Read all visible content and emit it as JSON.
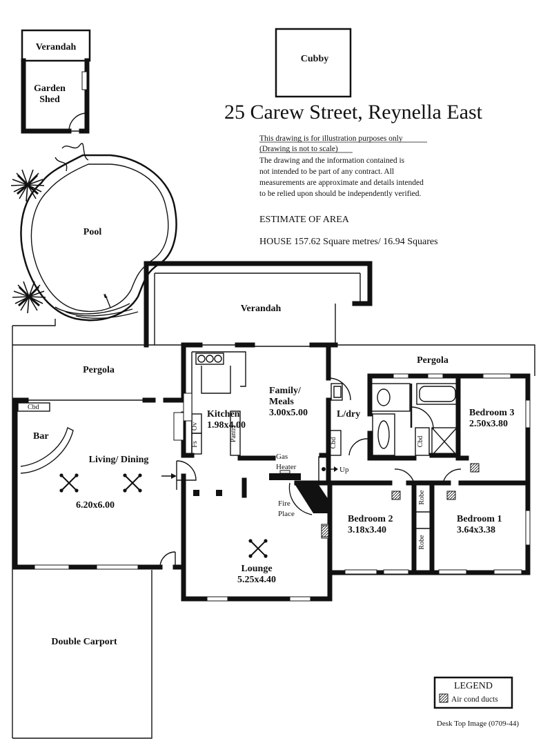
{
  "title": "25 Carew Street,  Reynella East",
  "disclaimer": {
    "line1": "This drawing is for illustration purposes only",
    "line2": "(Drawing is not to scale)",
    "line3": "The drawing and the information contained is",
    "line4": "not intended to be part of any contract.  All",
    "line5": "measurements are approximate and details intended",
    "line6": "to be relied upon should be independently verified."
  },
  "estimate": {
    "heading": "ESTIMATE OF AREA",
    "house": "HOUSE  157.62 Square metres/ 16.94 Squares"
  },
  "rooms": {
    "verandah_shed": "Verandah",
    "garden_shed_1": "Garden",
    "garden_shed_2": "Shed",
    "cubby": "Cubby",
    "pool": "Pool",
    "verandah": "Verandah",
    "pergola_left": "Pergola",
    "pergola_right": "Pergola",
    "kitchen_name": "Kitchen",
    "kitchen_size": "1.98x4.00",
    "family_name_1": "Family/",
    "family_name_2": "Meals",
    "family_size": "3.00x5.00",
    "ldry": "L/dry",
    "bedroom3_name": "Bedroom 3",
    "bedroom3_size": "2.50x3.80",
    "bar": "Bar",
    "living_name": "Living/ Dining",
    "living_size": "6.20x6.00",
    "gas_heater_1": "Gas",
    "gas_heater_2": "Heater",
    "up": "Up",
    "fireplace_1": "Fire",
    "fireplace_2": "Place",
    "bedroom2_name": "Bedroom 2",
    "bedroom2_size": "3.18x3.40",
    "bedroom1_name": "Bedroom 1",
    "bedroom1_size": "3.64x3.38",
    "lounge_name": "Lounge",
    "lounge_size": "5.25x4.40",
    "carport": "Double Carport"
  },
  "fixtures": {
    "cbd_living": "Cbd",
    "ov": "Ov",
    "fs": "Fs",
    "pantry": "Pantry",
    "cbd_ldry": "Cbd",
    "cbd_bath": "Cbd",
    "robe_1": "Robe",
    "robe_2": "Robe"
  },
  "legend": {
    "title": "LEGEND",
    "item": "Air cond ducts"
  },
  "footer": "Desk Top Image  (0709-44)"
}
